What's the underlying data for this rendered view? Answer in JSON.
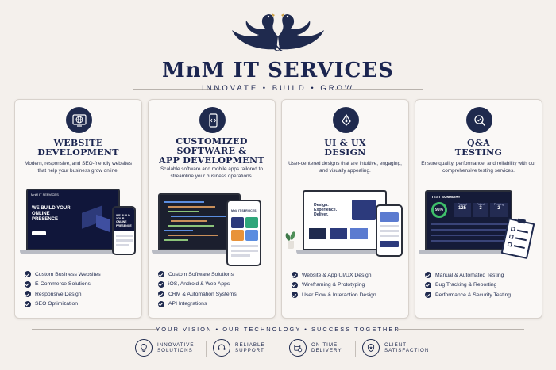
{
  "brand": {
    "logo_mark": "&",
    "name": "MnM IT SERVICES",
    "tagline": "INNOVATE  •  BUILD  •  GROW"
  },
  "colors": {
    "navy": "#1f2a4e",
    "background": "#f4f0ec",
    "card": "#faf8f6"
  },
  "cards": [
    {
      "icon": "globe-icon",
      "title": [
        "WEBSITE",
        "DEVELOPMENT"
      ],
      "description": "Modern, responsive, and SEO-friendly websites that help your business grow online.",
      "mockup": {
        "laptop_brand": "MnM IT SERVICES",
        "laptop_headline": "WE BUILD YOUR ONLINE PRESENCE",
        "phone_headline": "WE BUILD YOUR ONLINE PRESENCE"
      },
      "items": [
        "Custom Business Websites",
        "E-Commerce Solutions",
        "Responsive Design",
        "SEO Optimization"
      ]
    },
    {
      "icon": "code-phone-icon",
      "title": [
        "CUSTOMIZED",
        "SOFTWARE &",
        "APP DEVELOPMENT"
      ],
      "description": "Scalable software and mobile apps tailored to streamline your business operations.",
      "mockup": {
        "phone_brand": "MnM IT SERVICES"
      },
      "items": [
        "Custom Software Solutions",
        "iOS, Android & Web Apps",
        "CRM & Automation Systems",
        "API Integrations"
      ]
    },
    {
      "icon": "pen-tool-icon",
      "title": [
        "UI & UX",
        "DESIGN"
      ],
      "description": "User-centered designs that are intuitive, engaging, and visually appealing.",
      "mockup": {
        "laptop_headline": "Design. Experience. Deliver."
      },
      "items": [
        "Website & App UI/UX Design",
        "Wireframing & Prototyping",
        "User Flow & Interaction Design"
      ]
    },
    {
      "icon": "magnifier-check-icon",
      "title": [
        "Q&A",
        "TESTING"
      ],
      "description": "Ensure quality, performance, and reliability with our comprehensive testing services.",
      "mockup": {
        "summary_title": "TEST SUMMARY",
        "percent": "95%",
        "stats": [
          {
            "label": "Passed",
            "value": "125"
          },
          {
            "label": "Failed",
            "value": "3"
          },
          {
            "label": "Pending",
            "value": "2"
          }
        ]
      },
      "items": [
        "Manual & Automated Testing",
        "Bug Tracking & Reporting",
        "Performance & Security Testing"
      ]
    }
  ],
  "footer": {
    "tagline": "YOUR VISION  •  OUR TECHNOLOGY  •  SUCCESS TOGETHER",
    "features": [
      {
        "icon": "lightbulb-icon",
        "label": "INNOVATIVE SOLUTIONS"
      },
      {
        "icon": "headset-icon",
        "label": "RELIABLE SUPPORT"
      },
      {
        "icon": "calendar-clock-icon",
        "label": "ON-TIME DELIVERY"
      },
      {
        "icon": "shield-star-icon",
        "label": "CLIENT SATISFACTION"
      }
    ]
  }
}
